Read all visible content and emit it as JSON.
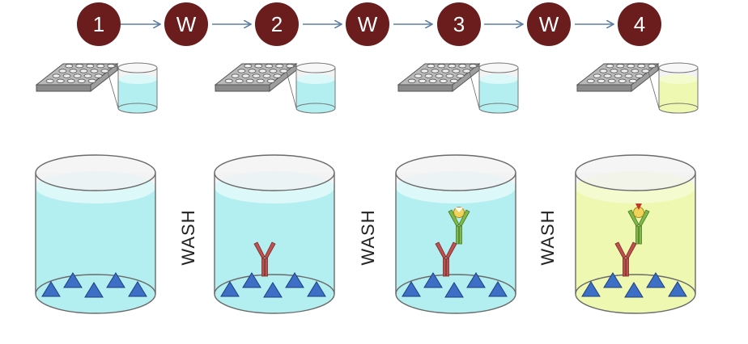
{
  "steps": [
    {
      "id": "step-1",
      "label": "1"
    },
    {
      "id": "wash-1",
      "label": "W"
    },
    {
      "id": "step-2",
      "label": "2"
    },
    {
      "id": "wash-2",
      "label": "W"
    },
    {
      "id": "step-3",
      "label": "3"
    },
    {
      "id": "wash-3",
      "label": "W"
    },
    {
      "id": "step-4",
      "label": "4"
    }
  ],
  "wash_text": [
    "WASH",
    "WASH",
    "WASH"
  ],
  "colors": {
    "step_circle": "#6b1d1d",
    "arrow": "#5b7fa6",
    "liquid_blue": "#b3eef0",
    "liquid_yellow": "#eef8b0",
    "antigen": "#3e6fc6",
    "primary_antibody": "#c0504d",
    "secondary_antibody": "#7fb94a",
    "enzyme": "#f1d35a",
    "substrate": "#c0392b"
  },
  "wells": [
    {
      "liquid": "blue",
      "primary_antibody": false,
      "secondary_antibody": false,
      "substrate": false
    },
    {
      "liquid": "blue",
      "primary_antibody": true,
      "secondary_antibody": false,
      "substrate": false
    },
    {
      "liquid": "blue",
      "primary_antibody": true,
      "secondary_antibody": true,
      "substrate": false
    },
    {
      "liquid": "yellow",
      "primary_antibody": true,
      "secondary_antibody": true,
      "substrate": true
    }
  ],
  "icons": [
    "microplate-icon",
    "well-zoom-icon",
    "antigen-icon",
    "antibody-icon",
    "enzyme-icon"
  ]
}
